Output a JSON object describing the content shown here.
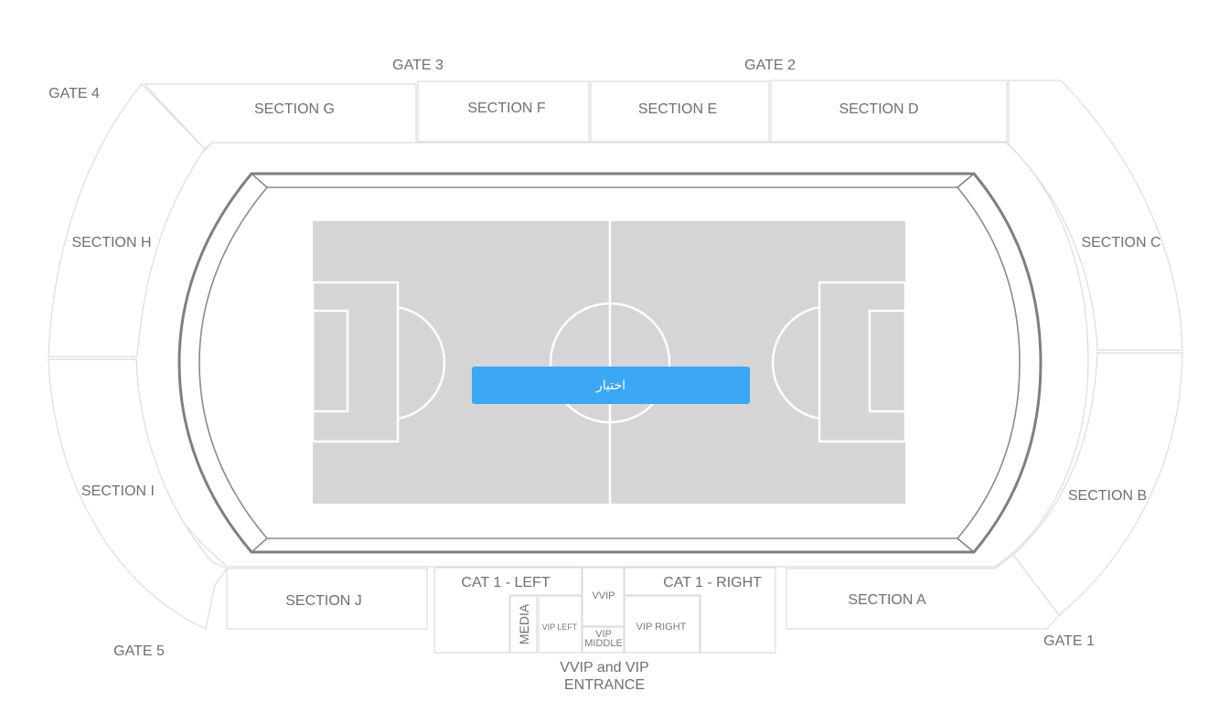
{
  "gates": {
    "gate1": "GATE 1",
    "gate2": "GATE 2",
    "gate3": "GATE 3",
    "gate4": "GATE 4",
    "gate5": "GATE 5"
  },
  "sections": {
    "a": "SECTION A",
    "b": "SECTION B",
    "c": "SECTION C",
    "d": "SECTION D",
    "e": "SECTION E",
    "f": "SECTION F",
    "g": "SECTION G",
    "h": "SECTION H",
    "i": "SECTION I",
    "j": "SECTION J"
  },
  "vip": {
    "cat1_left": "CAT 1 - LEFT",
    "cat1_right": "CAT 1 - RIGHT",
    "vvip": "VVIP",
    "media": "MEDIA",
    "vip_left": "VIP LEFT",
    "vip_middle_1": "VIP",
    "vip_middle_2": "MIDDLE",
    "vip_right": "VIP RIGHT",
    "entrance_1": "VVIP and VIP",
    "entrance_2": "ENTRANCE"
  },
  "select_button": "اختيار",
  "colors": {
    "pitch": "#d5d5d7",
    "button": "#3ba7f5",
    "track": "#808080",
    "section_stroke": "#dcdcdc"
  }
}
